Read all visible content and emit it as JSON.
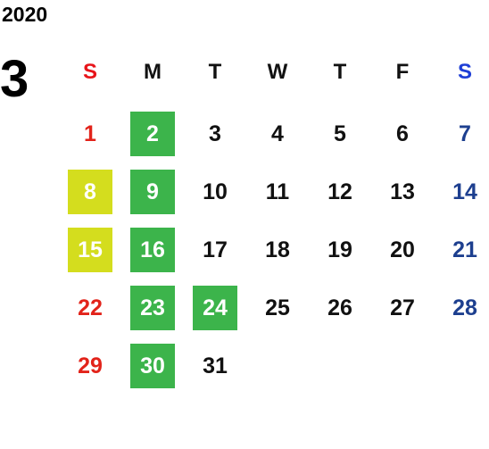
{
  "year": "2020",
  "month": "3",
  "colors": {
    "sunday_header": "#e8141a",
    "saturday_header": "#1f3fd6",
    "sunday": "#e2231a",
    "saturday": "#1d3f8f",
    "weekday": "#111111",
    "highlight_green": "#3cb44b",
    "highlight_yellow": "#d4dd1e"
  },
  "weekdays": [
    "S",
    "M",
    "T",
    "W",
    "T",
    "F",
    "S"
  ],
  "weeks": [
    [
      {
        "day": "1"
      },
      {
        "day": "2",
        "hl": "green"
      },
      {
        "day": "3"
      },
      {
        "day": "4"
      },
      {
        "day": "5"
      },
      {
        "day": "6"
      },
      {
        "day": "7"
      }
    ],
    [
      {
        "day": "8",
        "hl": "yellow"
      },
      {
        "day": "9",
        "hl": "green"
      },
      {
        "day": "10"
      },
      {
        "day": "11"
      },
      {
        "day": "12"
      },
      {
        "day": "13"
      },
      {
        "day": "14"
      }
    ],
    [
      {
        "day": "15",
        "hl": "yellow"
      },
      {
        "day": "16",
        "hl": "green"
      },
      {
        "day": "17"
      },
      {
        "day": "18"
      },
      {
        "day": "19"
      },
      {
        "day": "20"
      },
      {
        "day": "21"
      }
    ],
    [
      {
        "day": "22"
      },
      {
        "day": "23",
        "hl": "green"
      },
      {
        "day": "24",
        "hl": "green"
      },
      {
        "day": "25"
      },
      {
        "day": "26"
      },
      {
        "day": "27"
      },
      {
        "day": "28"
      }
    ],
    [
      {
        "day": "29"
      },
      {
        "day": "30",
        "hl": "green"
      },
      {
        "day": "31"
      }
    ]
  ]
}
